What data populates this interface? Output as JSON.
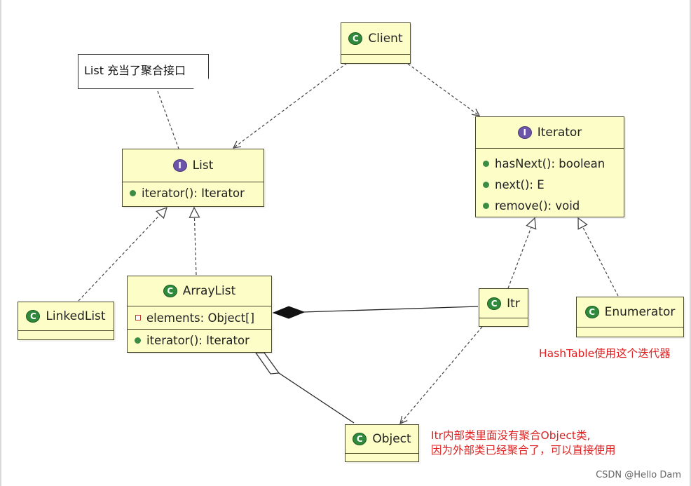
{
  "classes": {
    "client": {
      "name": "Client",
      "kind": "C"
    },
    "list": {
      "name": "List",
      "kind": "I",
      "methods": [
        "iterator(): Iterator"
      ]
    },
    "iterator": {
      "name": "Iterator",
      "kind": "I",
      "methods": [
        "hasNext(): boolean",
        "next(): E",
        "remove(): void"
      ]
    },
    "arraylist": {
      "name": "ArrayList",
      "kind": "C",
      "fields": [
        "elements: Object[]"
      ],
      "methods": [
        "iterator(): Iterator"
      ]
    },
    "linkedlist": {
      "name": "LinkedList",
      "kind": "C"
    },
    "itr": {
      "name": "Itr",
      "kind": "C"
    },
    "enumerator": {
      "name": "Enumerator",
      "kind": "C"
    },
    "object": {
      "name": "Object",
      "kind": "C"
    }
  },
  "note": {
    "text": "List 充当了聚合接口"
  },
  "annotations": {
    "hashtable": "HashTable使用这个迭代器",
    "itr_line1": "Itr内部类里面没有聚合Object类,",
    "itr_line2": "因为外部类已经聚合了，可以直接使用"
  },
  "watermark": "CSDN @Hello Dam",
  "colors": {
    "box_fill": "#fdfdc8",
    "class_icon": "#2f8a3b",
    "interface_icon": "#6c55a8",
    "annotation": "#e02020"
  }
}
